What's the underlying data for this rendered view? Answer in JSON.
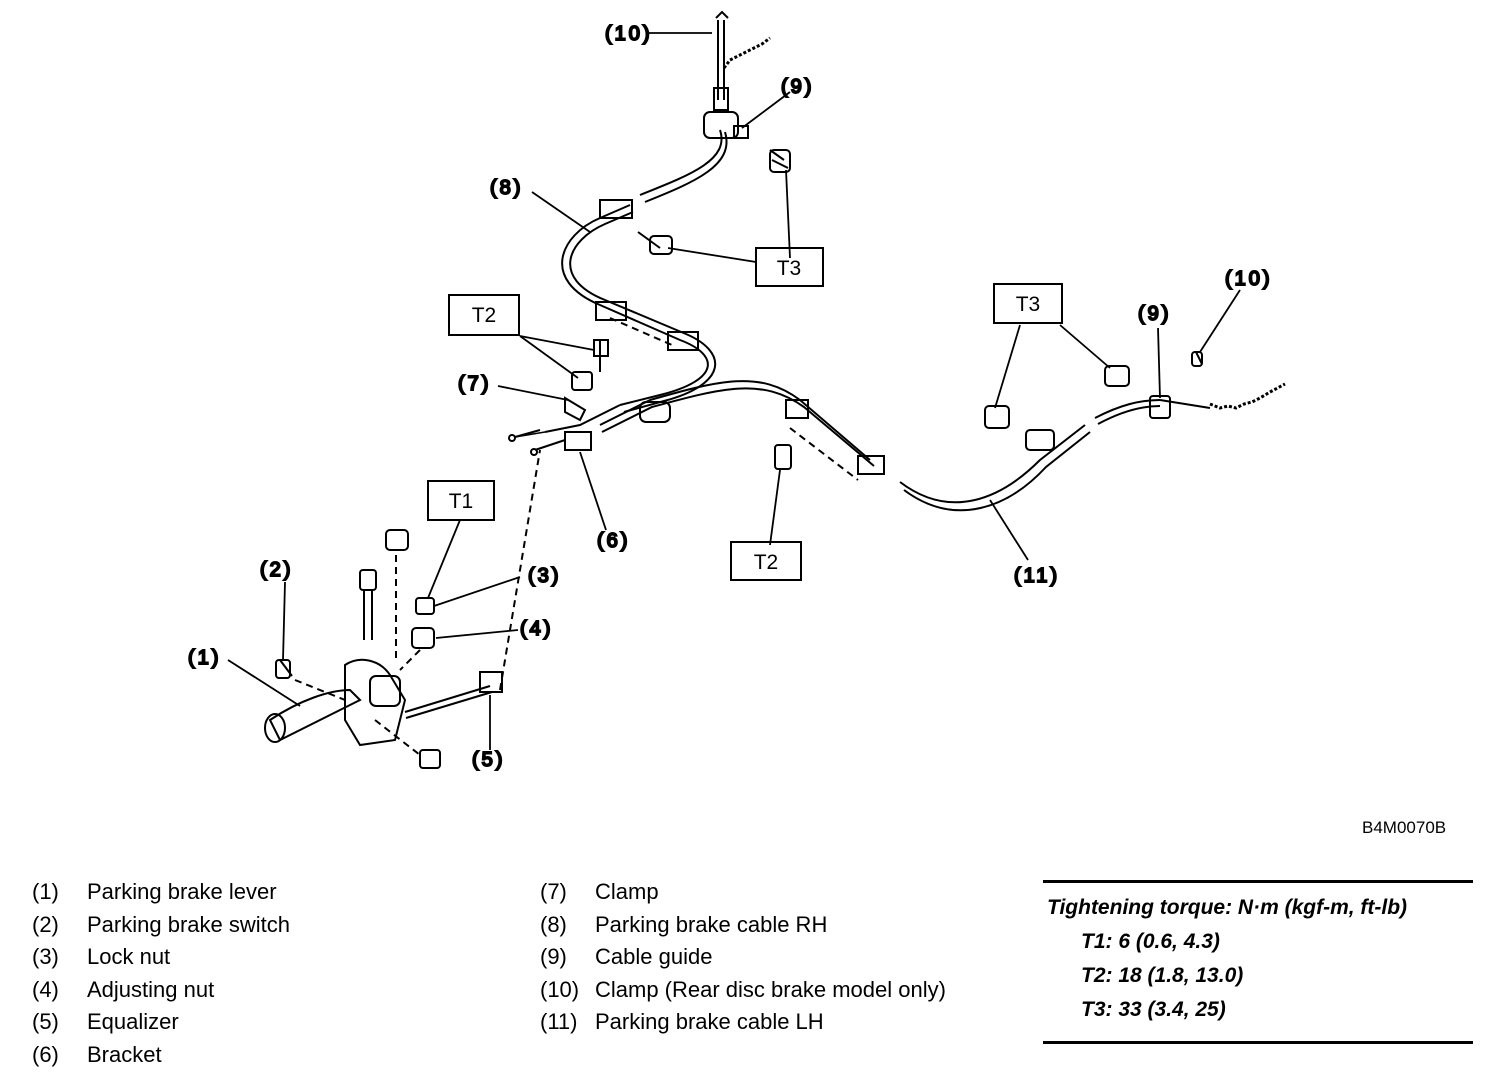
{
  "diagram": {
    "callouts": [
      "(10)",
      "(9)",
      "(8)",
      "(7)",
      "(6)",
      "(5)",
      "(4)",
      "(3)",
      "(2)",
      "(1)",
      "(11)",
      "(9)",
      "(10)"
    ],
    "torque_boxes": [
      "T3",
      "T2",
      "T1",
      "T2",
      "T3"
    ]
  },
  "figure_code": "B4M0070B",
  "legend": [
    {
      "num": "(1)",
      "label": "Parking brake lever"
    },
    {
      "num": "(2)",
      "label": "Parking brake switch"
    },
    {
      "num": "(3)",
      "label": "Lock nut"
    },
    {
      "num": "(4)",
      "label": "Adjusting nut"
    },
    {
      "num": "(5)",
      "label": "Equalizer"
    },
    {
      "num": "(6)",
      "label": "Bracket"
    },
    {
      "num": "(7)",
      "label": "Clamp"
    },
    {
      "num": "(8)",
      "label": "Parking brake cable RH"
    },
    {
      "num": "(9)",
      "label": "Cable guide"
    },
    {
      "num": "(10)",
      "label": "Clamp (Rear disc brake model only)"
    },
    {
      "num": "(11)",
      "label": "Parking brake cable LH"
    }
  ],
  "torque": {
    "title": "Tightening torque: N·m (kgf-m, ft-lb)",
    "values": [
      "T1: 6 (0.6, 4.3)",
      "T2: 18 (1.8, 13.0)",
      "T3: 33 (3.4, 25)"
    ]
  }
}
